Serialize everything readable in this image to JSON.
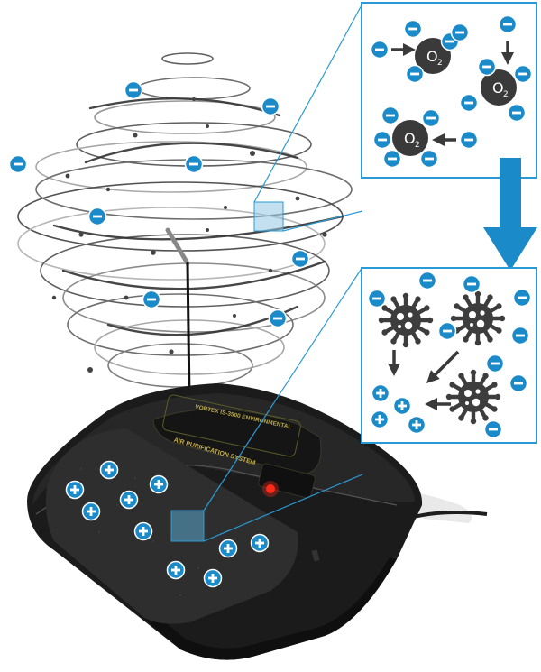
{
  "device": {
    "label_line1": "VORTEX IS-3500 ENVIRONMENTAL",
    "label_line2": "AIR PURIFICATION SYSTEM"
  },
  "molecule_label": "O",
  "molecule_subscript": "2",
  "ion_signs": {
    "negative": "−",
    "positive": "+"
  },
  "colors": {
    "accent_blue": "#1a8ac8",
    "box_border": "#2a9ad4",
    "molecule": "#3a3a3a",
    "pathogen": "#3d3d3d",
    "device_body": "#1b1b1b",
    "indicator_light": "#ff2a1a"
  },
  "icons": [
    "negative-ion-icon",
    "positive-ion-icon",
    "oxygen-molecule-icon",
    "pathogen-icon",
    "arrow-icon"
  ]
}
